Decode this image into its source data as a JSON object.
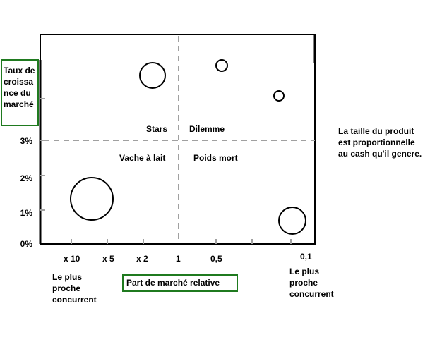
{
  "diagram": {
    "y_axis_label": "Taux de croissance du marché",
    "x_axis_label": "Part de marché relative",
    "y_ticks": [
      "3%",
      "2%",
      "1%",
      "0%"
    ],
    "x_ticks": [
      "x 10",
      "x 5",
      "x 2",
      "1",
      "0,5",
      "0,1"
    ],
    "quadrants": {
      "top_left": "Stars",
      "top_right": "Dilemme",
      "bottom_left": "Vache à lait",
      "bottom_right": "Poids mort"
    },
    "note": "La taille du produit est proportionnelle au cash qu'il genere.",
    "left_bottom_caption": "Le plus proche concurrent",
    "right_bottom_caption": "Le plus proche concurrent",
    "colors": {
      "frame": "#000000",
      "divider": "#a0a0a0",
      "label_box": "#1f7a1f"
    }
  }
}
